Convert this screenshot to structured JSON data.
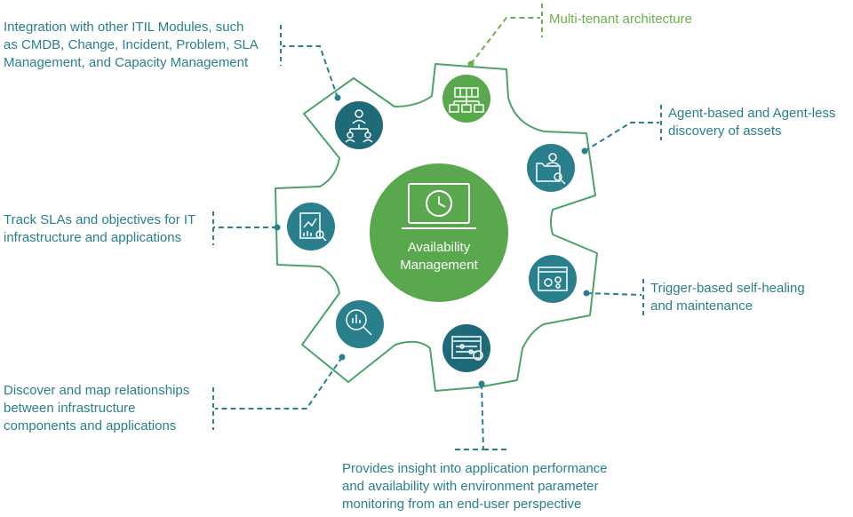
{
  "colors": {
    "teal": "#2a7f8c",
    "dark_teal": "#1f6a78",
    "green": "#6ab04c",
    "gear_stroke": "#4aa36a",
    "center": "#5aa84e"
  },
  "center": {
    "icon": "laptop-clock-icon",
    "title_lines": [
      "Availability",
      "Management"
    ]
  },
  "features": [
    {
      "id": "itil-integration",
      "icon": "org-chart-icon",
      "lines": [
        "Integration with other ITIL Modules, such",
        "as CMDB, Change, Incident, Problem, SLA",
        "Management, and Capacity Management"
      ]
    },
    {
      "id": "multi-tenant",
      "icon": "network-hierarchy-icon",
      "lines": [
        "Multi-tenant architecture"
      ]
    },
    {
      "id": "discovery",
      "icon": "user-folder-search-icon",
      "lines": [
        "Agent-based and Agent-less",
        "discovery of assets"
      ]
    },
    {
      "id": "sla-tracking",
      "icon": "report-chart-icon",
      "lines": [
        "Track SLAs and objectives for IT",
        "infrastructure and applications"
      ]
    },
    {
      "id": "self-healing",
      "icon": "browser-gears-icon",
      "lines": [
        "Trigger-based self-healing",
        "and maintenance"
      ]
    },
    {
      "id": "discover-map",
      "icon": "magnifier-chart-icon",
      "lines": [
        "Discover and map relationships",
        "between infrastructure",
        "components and applications"
      ]
    },
    {
      "id": "insight",
      "icon": "sliders-dashboard-icon",
      "lines": [
        "Provides insight into application performance",
        "and availability with environment parameter",
        "monitoring from an end-user perspective"
      ]
    }
  ]
}
